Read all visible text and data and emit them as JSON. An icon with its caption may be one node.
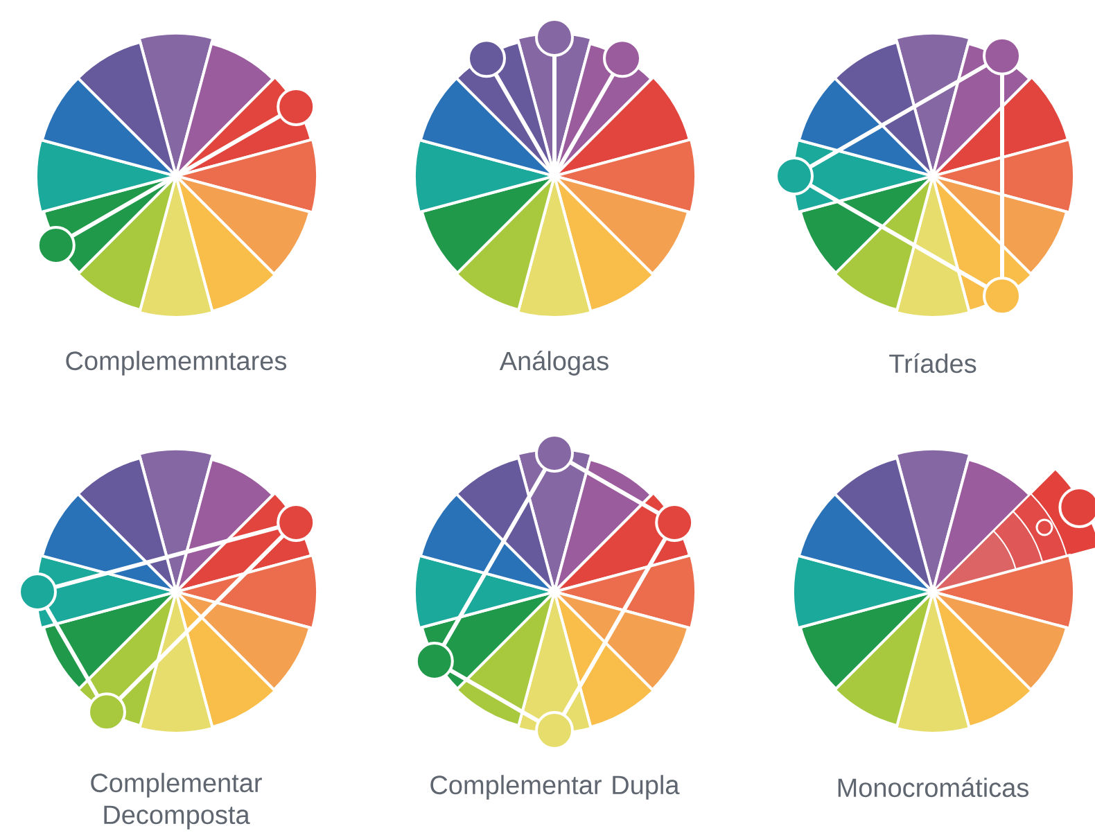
{
  "diagram": {
    "labels": [
      "Complememntares",
      "Análogas",
      "Tríades",
      "Complementar Decomposta",
      "Complementar Dupla",
      "Monocromáticas"
    ]
  }
}
